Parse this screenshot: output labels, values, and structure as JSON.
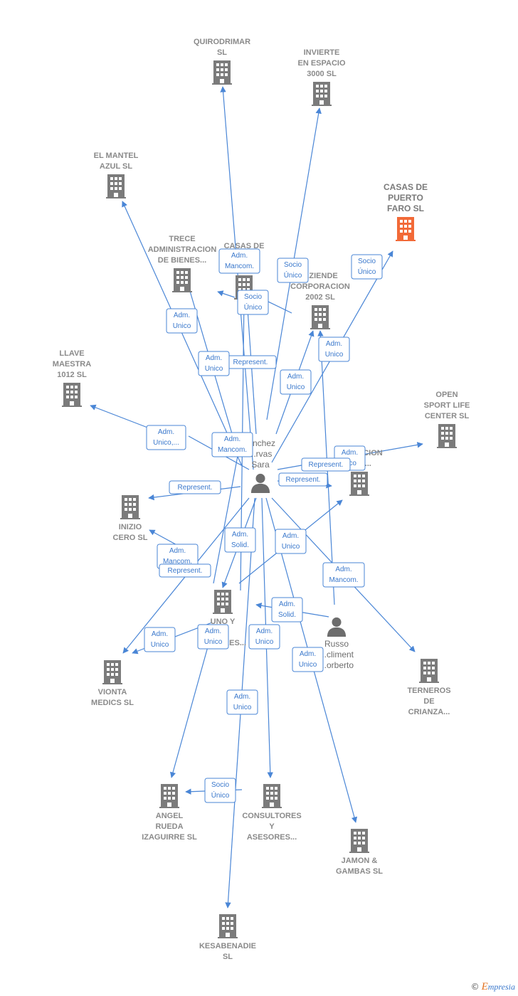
{
  "colors": {
    "edge": "#4a86d6",
    "building": "#7b7b7b",
    "focus": "#f26a38",
    "person": "#6d6d6d"
  },
  "nodes": [
    {
      "id": "quirodrimar",
      "type": "company",
      "lines": [
        "QUIRODRIMAR",
        "SL"
      ]
    },
    {
      "id": "invierte",
      "type": "company",
      "lines": [
        "INVIERTE",
        "EN ESPACIO",
        "3000  SL"
      ]
    },
    {
      "id": "elmantel",
      "type": "company",
      "lines": [
        "EL MANTEL",
        "AZUL  SL"
      ]
    },
    {
      "id": "casasfaro",
      "type": "company",
      "focus": true,
      "lines": [
        "CASAS DE",
        "PUERTO",
        "FARO  SL"
      ]
    },
    {
      "id": "trece",
      "type": "company",
      "lines": [
        "TRECE",
        "ADMINISTRACION",
        "DE BIENES..."
      ]
    },
    {
      "id": "casasde",
      "type": "company",
      "lines": [
        "CASAS DE",
        "...E",
        "...SL"
      ]
    },
    {
      "id": "ziende",
      "type": "company",
      "lines": [
        "...ZIENDE",
        "CORPORACION",
        "2002  SL"
      ]
    },
    {
      "id": "llave",
      "type": "company",
      "lines": [
        "LLAVE",
        "MAESTRA",
        "1012  SL"
      ]
    },
    {
      "id": "opensport",
      "type": "company",
      "lines": [
        "OPEN",
        "SPORT LIFE",
        "CENTER SL"
      ]
    },
    {
      "id": "evolucion",
      "type": "company",
      "lines": [
        "EVOLUCION",
        "... 88..."
      ]
    },
    {
      "id": "inizio",
      "type": "company",
      "lines": [
        "INIZIO",
        "CERO  SL"
      ]
    },
    {
      "id": "unoy",
      "type": "company",
      "lines": [
        "UNO Y",
        "...A",
        "CO...ORES..."
      ]
    },
    {
      "id": "vionta",
      "type": "company",
      "lines": [
        "VIONTA",
        "MEDICS  SL"
      ]
    },
    {
      "id": "terneros",
      "type": "company",
      "lines": [
        "TERNEROS",
        "DE",
        "CRIANZA..."
      ]
    },
    {
      "id": "angel",
      "type": "company",
      "lines": [
        "ANGEL",
        "RUEDA",
        "IZAGUIRRE  SL"
      ]
    },
    {
      "id": "consultores",
      "type": "company",
      "lines": [
        "CONSULTORES",
        "Y",
        "ASESORES..."
      ]
    },
    {
      "id": "jamon",
      "type": "company",
      "lines": [
        "JAMON &",
        "GAMBAS  SL"
      ]
    },
    {
      "id": "kesabenadie",
      "type": "company",
      "lines": [
        "KESABENADIE",
        "SL"
      ]
    },
    {
      "id": "sanchez",
      "type": "person",
      "lines": [
        "...nchez",
        "...rvas",
        "Sara"
      ]
    },
    {
      "id": "russo",
      "type": "person",
      "lines": [
        "Russo",
        "...climent",
        "...orberto"
      ]
    }
  ],
  "edge_labels": [
    {
      "id": "l1",
      "lines": [
        "Adm.",
        "Mancom."
      ]
    },
    {
      "id": "l2",
      "lines": [
        "Socio",
        "Único"
      ]
    },
    {
      "id": "l3",
      "lines": [
        "Socio",
        "Único"
      ]
    },
    {
      "id": "l4",
      "lines": [
        "Socio",
        "Único"
      ]
    },
    {
      "id": "l5",
      "lines": [
        "Adm.",
        "Unico"
      ]
    },
    {
      "id": "l6",
      "lines": [
        "Adm.",
        "Unico"
      ]
    },
    {
      "id": "l7",
      "lines": [
        "Represent."
      ]
    },
    {
      "id": "l8",
      "lines": [
        "Adm.",
        "Unico"
      ]
    },
    {
      "id": "l9",
      "lines": [
        "Adm.",
        "Unico"
      ]
    },
    {
      "id": "l10",
      "lines": [
        "Adm.",
        "Unico,..."
      ]
    },
    {
      "id": "l11",
      "lines": [
        "Adm.",
        "Mancom."
      ]
    },
    {
      "id": "l12",
      "lines": [
        "Adm.",
        "...co"
      ]
    },
    {
      "id": "l13",
      "lines": [
        "Represent."
      ]
    },
    {
      "id": "l14",
      "lines": [
        "Represent."
      ]
    },
    {
      "id": "l15",
      "lines": [
        "Represent."
      ]
    },
    {
      "id": "l16",
      "lines": [
        "Adm.",
        "Solid."
      ]
    },
    {
      "id": "l17",
      "lines": [
        "Adm.",
        "Unico"
      ]
    },
    {
      "id": "l18",
      "lines": [
        "Adm.",
        "Mancom."
      ]
    },
    {
      "id": "l19",
      "lines": [
        "Represent."
      ]
    },
    {
      "id": "l20",
      "lines": [
        "Adm.",
        "Mancom."
      ]
    },
    {
      "id": "l21",
      "lines": [
        "Adm.",
        "Solid."
      ]
    },
    {
      "id": "l22",
      "lines": [
        "Adm.",
        "Unico"
      ]
    },
    {
      "id": "l23",
      "lines": [
        "Adm.",
        "Unico"
      ]
    },
    {
      "id": "l24",
      "lines": [
        "Adm.",
        "Unico"
      ]
    },
    {
      "id": "l25",
      "lines": [
        "Adm.",
        "Unico"
      ]
    },
    {
      "id": "l26",
      "lines": [
        "Adm.",
        "Unico"
      ]
    },
    {
      "id": "l27",
      "lines": [
        "Socio",
        "Único"
      ]
    }
  ],
  "footer": {
    "copyright": "©",
    "brand_initial": "E",
    "brand_rest": "mpresia"
  }
}
